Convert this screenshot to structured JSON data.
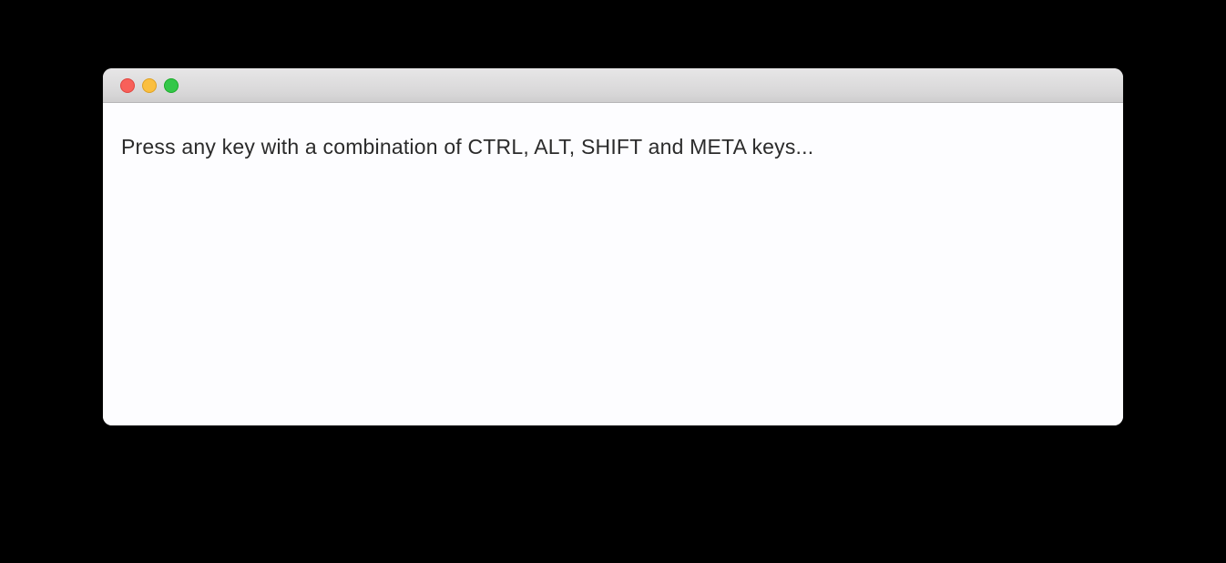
{
  "window": {
    "titlebar": {
      "buttons": [
        {
          "name": "close",
          "color": "#f8605a"
        },
        {
          "name": "minimize",
          "color": "#fbbf3f"
        },
        {
          "name": "zoom",
          "color": "#34c749"
        }
      ]
    },
    "content": {
      "prompt": "Press any key with a combination of CTRL, ALT, SHIFT and META keys..."
    },
    "colors": {
      "titlebar_top": "#e7e6e7",
      "titlebar_bottom": "#cfcecf",
      "content_bg": "#fdfdff",
      "desktop_bg": "#000000",
      "text": "#2b2b2b"
    }
  }
}
